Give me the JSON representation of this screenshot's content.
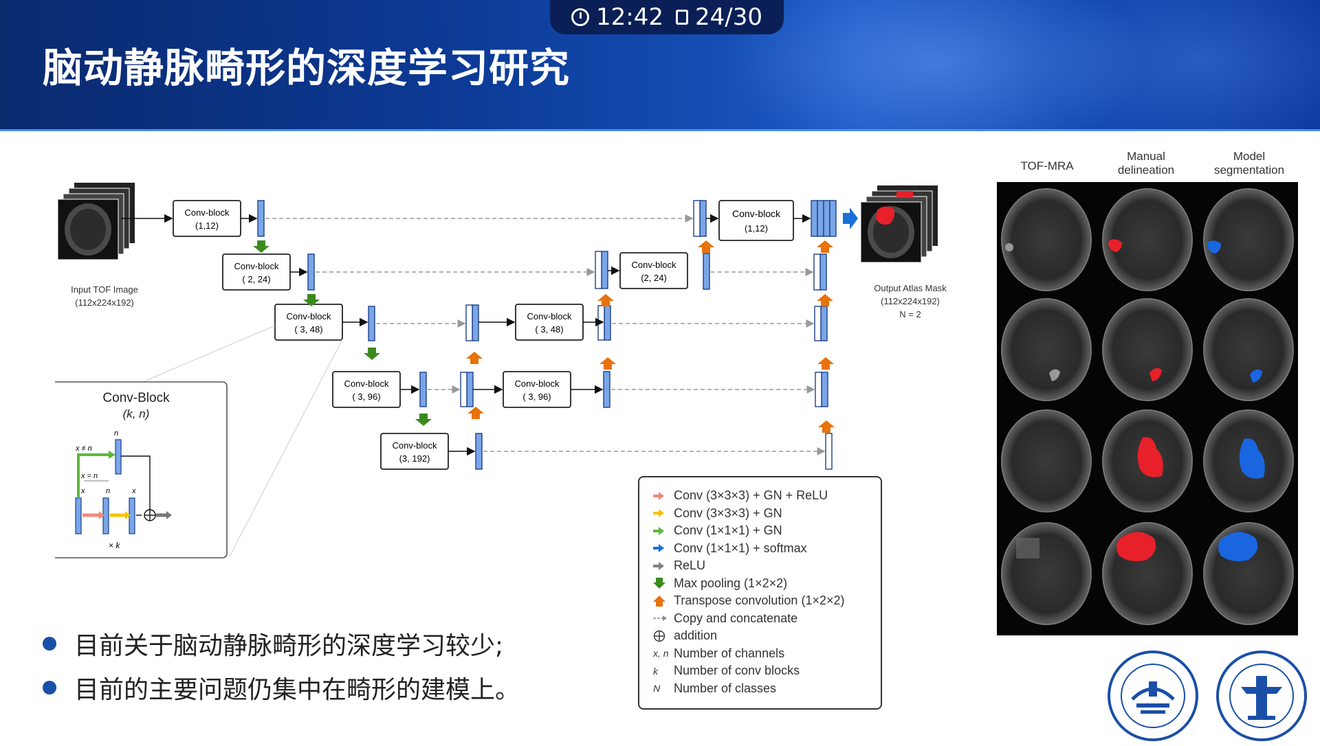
{
  "statusbar": {
    "time": "12:42",
    "page": "24/30"
  },
  "slide": {
    "title": "脑动静脉畸形的深度学习研究"
  },
  "diagram": {
    "input_label": "Input TOF Image",
    "input_size": "(112x224x192)",
    "output_label": "Output Atlas  Mask",
    "output_size": "(112x224x192)",
    "output_n": "N = 2",
    "conv_blocks": [
      {
        "name": "Conv-block",
        "param": "(1,12)"
      },
      {
        "name": "Conv-block",
        "param": "( 2, 24)"
      },
      {
        "name": "Conv-block",
        "param": "( 3, 48)"
      },
      {
        "name": "Conv-block",
        "param": "( 3, 96)"
      },
      {
        "name": "Conv-block",
        "param": "(3,  192)"
      },
      {
        "name": "Conv-block",
        "param": "( 3, 96)"
      },
      {
        "name": "Conv-block",
        "param": "( 3, 48)"
      },
      {
        "name": "Conv-block",
        "param": "(2, 24)"
      },
      {
        "name": "Conv-block",
        "param": "(1,12)"
      }
    ],
    "inset": {
      "title": "Conv-Block",
      "subtitle": "(k, n)",
      "x_ne_n": "x ≠ n",
      "x_eq_n": "x = n",
      "n": "n",
      "x": "x",
      "times_k": "× k"
    }
  },
  "legend": {
    "items": [
      {
        "symbol": "arrow-salmon",
        "color": "#f08a7a",
        "text": "Conv (3×3×3) + GN + ReLU"
      },
      {
        "symbol": "arrow-yellow",
        "color": "#f5c400",
        "text": "Conv (3×3×3) + GN"
      },
      {
        "symbol": "arrow-green",
        "color": "#5db83a",
        "text": "Conv (1×1×1) + GN"
      },
      {
        "symbol": "arrow-blue",
        "color": "#1a6fd8",
        "text": "Conv (1×1×1) + softmax"
      },
      {
        "symbol": "arrow-gray",
        "color": "#808080",
        "text": "ReLU"
      },
      {
        "symbol": "arrow-down-darkgreen",
        "color": "#3c8a1e",
        "text": "Max pooling (1×2×2)"
      },
      {
        "symbol": "arrow-up-orange",
        "color": "#e8720c",
        "text": "Transpose convolution (1×2×2)"
      },
      {
        "symbol": "dashed-arrow",
        "color": "#888888",
        "text": "Copy and concatenate"
      },
      {
        "symbol": "circle-plus",
        "color": "#333333",
        "text": "addition"
      },
      {
        "symbol": "x-n",
        "label": "x, n",
        "text": "Number of channels"
      },
      {
        "symbol": "k",
        "label": "k",
        "text": "Number of conv blocks"
      },
      {
        "symbol": "N",
        "label": "N",
        "text": "Number of classes"
      }
    ]
  },
  "mri": {
    "columns": [
      "TOF-MRA",
      "Manual\ndelineation",
      "Model\nsegmentation"
    ],
    "colors": {
      "manual": "#e8202a",
      "model": "#1a66e0"
    }
  },
  "bullets": [
    "目前关于脑动静脉畸形的深度学习较少;",
    "目前的主要问题仍集中在畸形的建模上。"
  ],
  "colors": {
    "header": "#0c3a96",
    "accent": "#1a4fa8"
  }
}
